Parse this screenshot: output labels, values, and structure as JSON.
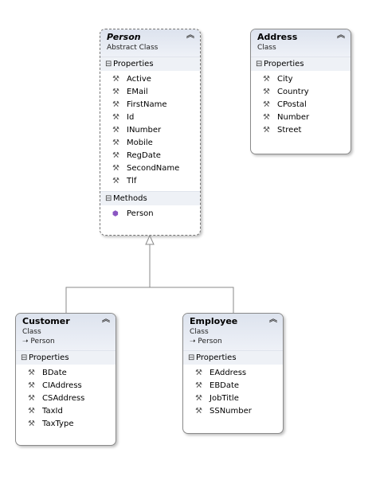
{
  "person": {
    "name": "Person",
    "kind": "Abstract Class",
    "properties_label": "Properties",
    "properties": [
      "Active",
      "EMail",
      "FirstName",
      "Id",
      "INumber",
      "Mobile",
      "RegDate",
      "SecondName",
      "Tlf"
    ],
    "methods_label": "Methods",
    "methods": [
      "Person"
    ]
  },
  "address": {
    "name": "Address",
    "kind": "Class",
    "properties_label": "Properties",
    "properties": [
      "City",
      "Country",
      "CPostal",
      "Number",
      "Street"
    ]
  },
  "customer": {
    "name": "Customer",
    "kind": "Class",
    "base": "Person",
    "properties_label": "Properties",
    "properties": [
      "BDate",
      "CIAddress",
      "CSAddress",
      "TaxId",
      "TaxType"
    ]
  },
  "employee": {
    "name": "Employee",
    "kind": "Class",
    "base": "Person",
    "properties_label": "Properties",
    "properties": [
      "EAddress",
      "EBDate",
      "JobTitle",
      "SSNumber"
    ]
  },
  "icons": {
    "collapse": "double-chevron-up-icon",
    "section_toggle": "minus-box-icon",
    "property": "wrench-icon",
    "method": "cube-icon",
    "base_arrow": "inherit-arrow-icon"
  }
}
